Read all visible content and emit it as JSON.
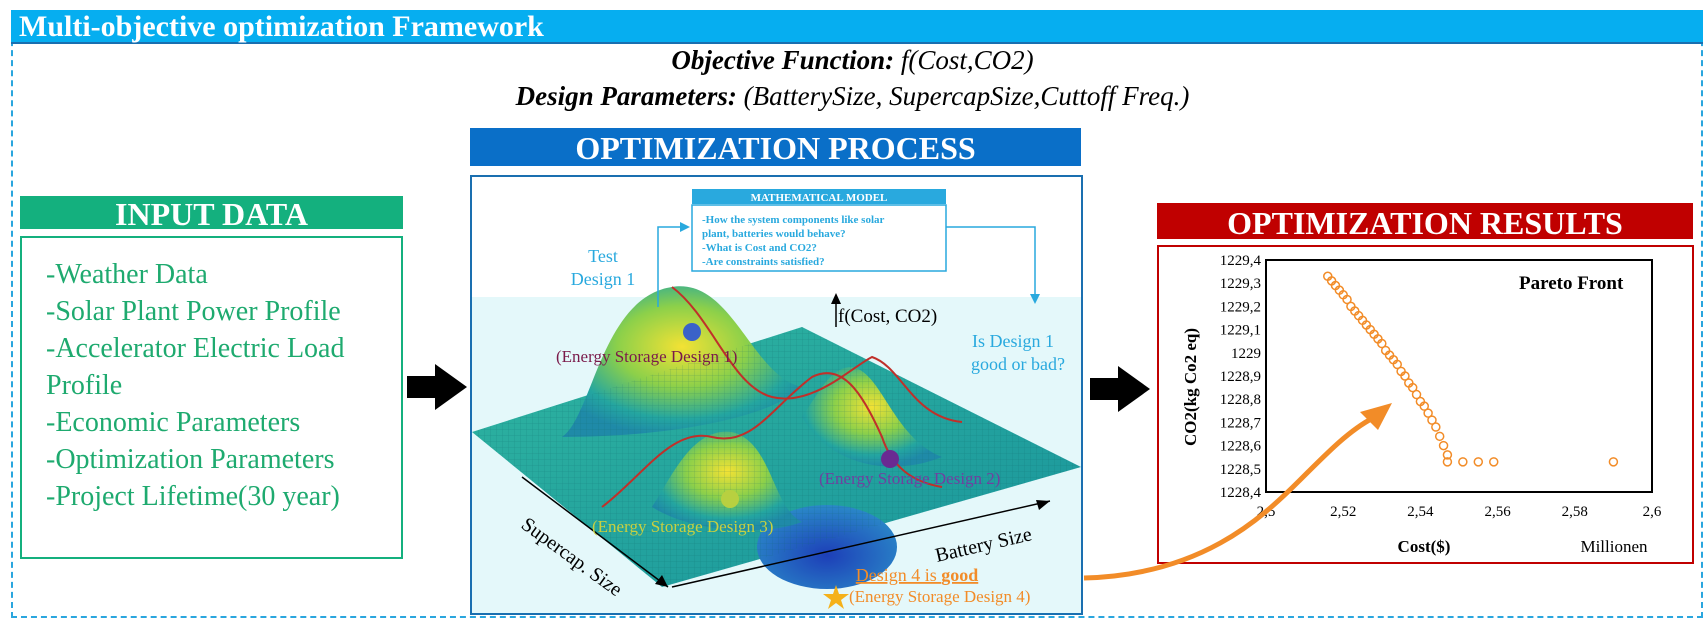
{
  "header": {
    "title": "Multi-objective optimization Framework"
  },
  "objective": {
    "label": "Objective Function:",
    "value": " f(Cost,CO2)"
  },
  "design_params": {
    "label": "Design Parameters:",
    "value": " (BatterySize, SupercapSize,Cuttoff Freq.)"
  },
  "input": {
    "title": "INPUT DATA",
    "items": [
      "-Weather Data",
      "-Solar Plant Power Profile",
      "-Accelerator Electric Load",
      "Profile",
      "-Economic Parameters",
      "-Optimization Parameters",
      "-Project Lifetime(30 year)"
    ]
  },
  "process": {
    "title": "OPTIMIZATION PROCESS",
    "model_title": "MATHEMATICAL MODEL",
    "model_lines": [
      "-How the system components like solar",
      "plant,   batteries would behave?",
      "-What is Cost and CO2?",
      "-Are constraints satisfied?"
    ],
    "test_label_1": "Test",
    "test_label_2": "Design 1",
    "fcost": "f(Cost, CO2)",
    "question_1": "Is Design 1",
    "question_2": "good or bad?",
    "design1": "(Energy Storage Design 1)",
    "design2": "(Energy Storage Design 2)",
    "design3": "(Energy Storage Design 3)",
    "design4": "(Energy Storage Design 4)",
    "good_prefix": "Design 4 is ",
    "good_word": "good",
    "axis_supercap": "Supercap. Size",
    "axis_battery": "Battery Size"
  },
  "results": {
    "title": "OPTIMIZATION RESULTS"
  },
  "colors": {
    "input": "#14b07e",
    "process": "#0a6fc8",
    "results": "#c00000",
    "accent": "#f28c28"
  },
  "chart_data": {
    "type": "scatter",
    "title": "Pareto Front",
    "xlabel": "Cost($)",
    "x_unit_note": "Millionen",
    "ylabel": "CO2(kg Co2 eq)",
    "xlim": [
      2.5,
      2.6
    ],
    "ylim": [
      1228.4,
      1229.4
    ],
    "xticks": [
      "2,5",
      "2,52",
      "2,54",
      "2,56",
      "2,58",
      "2,6"
    ],
    "yticks": [
      "1229,4",
      "1229,3",
      "1229,2",
      "1229,1",
      "1229",
      "1228,9",
      "1228,8",
      "1228,7",
      "1228,6",
      "1228,5",
      "1228,4"
    ],
    "series": [
      {
        "points": [
          [
            2.516,
            1229.33
          ],
          [
            2.517,
            1229.31
          ],
          [
            2.518,
            1229.29
          ],
          [
            2.519,
            1229.27
          ],
          [
            2.52,
            1229.25
          ],
          [
            2.521,
            1229.23
          ],
          [
            2.522,
            1229.2
          ],
          [
            2.523,
            1229.18
          ],
          [
            2.524,
            1229.16
          ],
          [
            2.525,
            1229.14
          ],
          [
            2.526,
            1229.12
          ],
          [
            2.527,
            1229.1
          ],
          [
            2.528,
            1229.08
          ],
          [
            2.529,
            1229.06
          ],
          [
            2.53,
            1229.04
          ],
          [
            2.531,
            1229.01
          ],
          [
            2.532,
            1228.99
          ],
          [
            2.533,
            1228.97
          ],
          [
            2.534,
            1228.95
          ],
          [
            2.535,
            1228.92
          ],
          [
            2.536,
            1228.9
          ],
          [
            2.537,
            1228.87
          ],
          [
            2.538,
            1228.85
          ],
          [
            2.539,
            1228.82
          ],
          [
            2.54,
            1228.79
          ],
          [
            2.541,
            1228.77
          ],
          [
            2.542,
            1228.74
          ],
          [
            2.543,
            1228.71
          ],
          [
            2.544,
            1228.68
          ],
          [
            2.545,
            1228.64
          ],
          [
            2.546,
            1228.6
          ],
          [
            2.547,
            1228.56
          ],
          [
            2.547,
            1228.53
          ],
          [
            2.551,
            1228.53
          ],
          [
            2.555,
            1228.53
          ],
          [
            2.559,
            1228.53
          ],
          [
            2.59,
            1228.53
          ]
        ]
      }
    ]
  }
}
